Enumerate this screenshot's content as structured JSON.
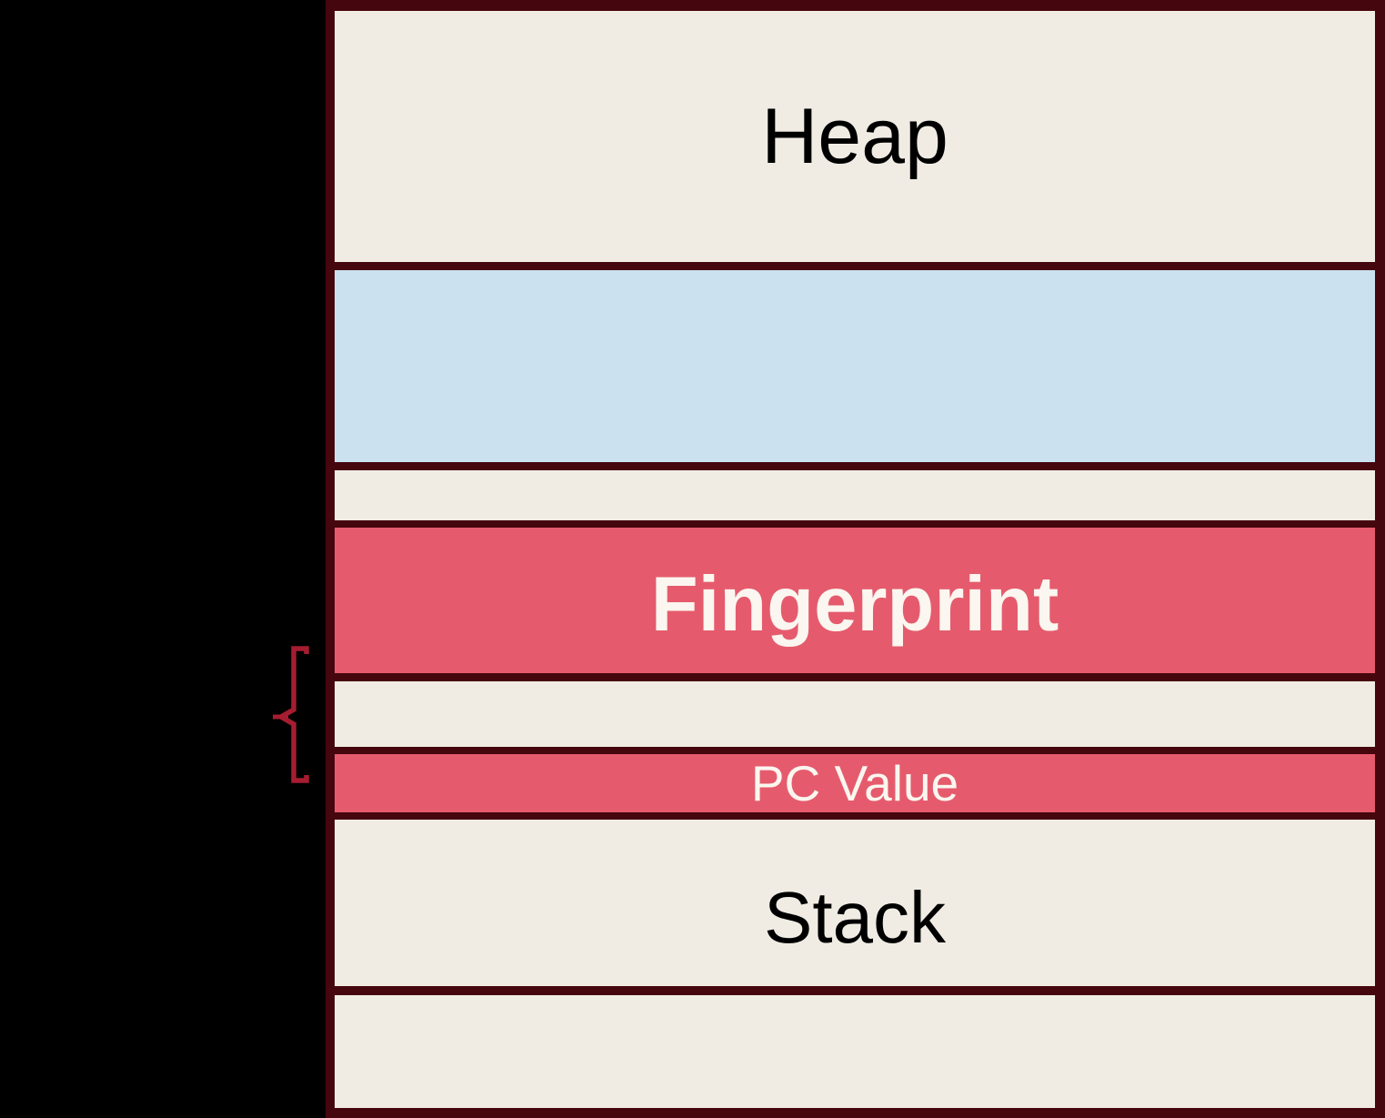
{
  "background_color": "#000000",
  "diagram": {
    "name": "process-memory-layout",
    "border_color": "#45060D",
    "boxes": [
      {
        "id": "heap",
        "label": "Heap",
        "fill": "#F0ECE4",
        "text_color": "#000000"
      },
      {
        "id": "mapped-region",
        "label": "",
        "fill": "#CCE1EF",
        "text_color": "#000000"
      },
      {
        "id": "spacer-upper",
        "label": "",
        "fill": "#F0ECE4",
        "text_color": "#000000"
      },
      {
        "id": "fingerprint",
        "label": "Fingerprint",
        "fill": "#E55B6D",
        "text_color": "#FBF6EF"
      },
      {
        "id": "spacer-middle",
        "label": "",
        "fill": "#F0ECE4",
        "text_color": "#000000"
      },
      {
        "id": "pc-value",
        "label": "PC Value",
        "fill": "#E55B6D",
        "text_color": "#FBF6EF"
      },
      {
        "id": "stack",
        "label": "Stack",
        "fill": "#F0ECE4",
        "text_color": "#000000"
      },
      {
        "id": "spacer-bottom",
        "label": "",
        "fill": "#F0ECE4",
        "text_color": "#000000"
      }
    ],
    "brace": {
      "icon": "curly-brace-left",
      "color": "#A61C30"
    }
  }
}
